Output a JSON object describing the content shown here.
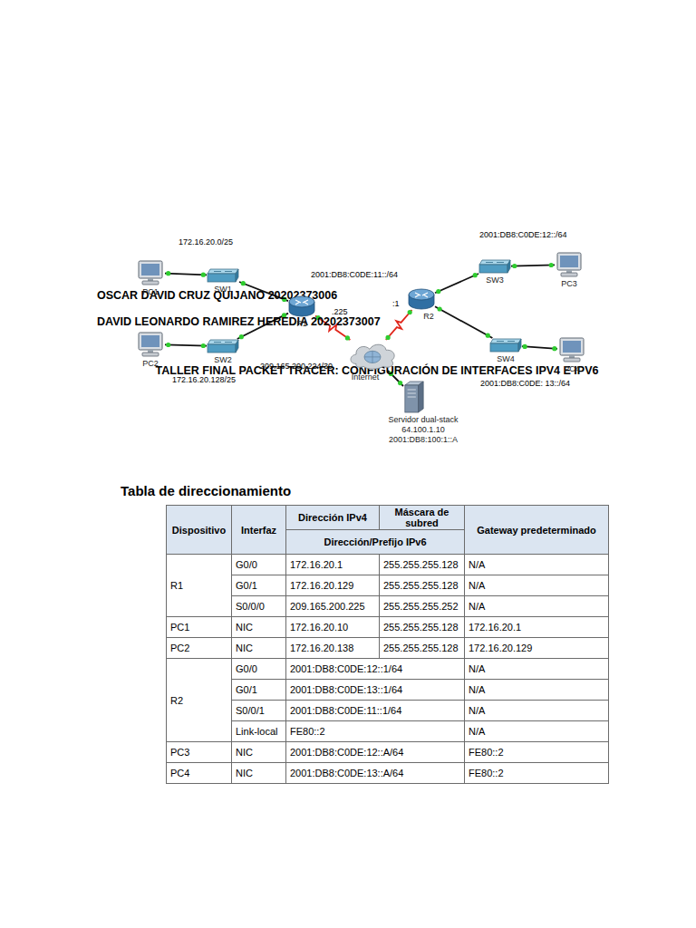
{
  "diagram": {
    "title": "TALLER FINAL PACKET TRACER: CONFIGURACIÓN DE INTERFACES IPV4 E IPV6",
    "nodes": [
      {
        "text": [
          "PC1"
        ]
      },
      {
        "text": [
          "SW1"
        ]
      },
      {
        "text": [
          "R1"
        ]
      },
      {
        "text": [
          "PC2"
        ]
      },
      {
        "text": [
          "SW2"
        ]
      },
      {
        "text": [
          "Internet"
        ]
      },
      {
        "text": [
          "R2"
        ]
      },
      {
        "text": [
          "SW3"
        ]
      },
      {
        "text": [
          "PC3"
        ]
      },
      {
        "text": [
          "SW4"
        ]
      },
      {
        "text": [
          "PC4"
        ]
      },
      {
        "text": [
          "Servidor dual-stack",
          "64.100.1.10",
          "2001:DB8:100:1::A"
        ]
      }
    ],
    "edges": [
      {
        "from": 0,
        "to": 1,
        "arrow": "none"
      },
      {
        "from": 1,
        "to": 2,
        "arrow": "none"
      },
      {
        "from": 3,
        "to": 4,
        "arrow": "none"
      },
      {
        "from": 4,
        "to": 2,
        "arrow": "none"
      },
      {
        "from": 2,
        "to": 5,
        "arrow": "none"
      },
      {
        "from": 5,
        "to": 6,
        "arrow": "none"
      },
      {
        "from": 6,
        "to": 7,
        "arrow": "none"
      },
      {
        "from": 7,
        "to": 8,
        "arrow": "none"
      },
      {
        "from": 6,
        "to": 9,
        "arrow": "none"
      },
      {
        "from": 9,
        "to": 10,
        "arrow": "none"
      },
      {
        "from": 5,
        "to": 11,
        "arrow": "none"
      }
    ],
    "labels": [
      "OSCAR DAVID CRUZ QUIJANO 20202373006",
      "DAVID LEONARDO RAMIREZ HEREDIA 20202373007",
      "172.16.20.0/25",
      "2001:DB8:C0DE:11::/64",
      ".225",
      ":1",
      "209.165.200.224/30",
      "2001:DB8:C0DE:12::/64",
      "172.16.20.128/25",
      "2001:DB8:C0DE: 13::/64",
      "Tabla de direccionamiento",
      "Dispositivo",
      "Interfaz",
      "Dirección IPv4",
      "Máscara de subred",
      "Gateway predeterminado",
      "Dirección/Prefijo IPv6",
      "R1",
      "G0/0",
      "172.16.20.1",
      "255.255.255.128",
      "N/A",
      "G0/1",
      "172.16.20.129",
      "255.255.255.128",
      "N/A",
      "S0/0/0",
      "209.165.200.225",
      "255.255.255.252",
      "N/A",
      "PC1",
      "NIC",
      "172.16.20.10",
      "255.255.255.128",
      "172.16.20.1",
      "PC2",
      "NIC",
      "172.16.20.138",
      "255.255.255.128",
      "172.16.20.129",
      "R2",
      "G0/0",
      "2001:DB8:C0DE:12::1/64",
      "N/A",
      "G0/1",
      "2001:DB8:C0DE:13::1/64",
      "N/A",
      "S0/0/1",
      "2001:DB8:C0DE:11::1/64",
      "N/A",
      "Link-local",
      "FE80::2",
      "N/A",
      "PC3",
      "NIC",
      "2001:DB8:C0DE:12::A/64",
      "FE80::2",
      "PC4",
      "NIC",
      "2001:DB8:C0DE:13::A/64",
      "FE80::2"
    ]
  }
}
